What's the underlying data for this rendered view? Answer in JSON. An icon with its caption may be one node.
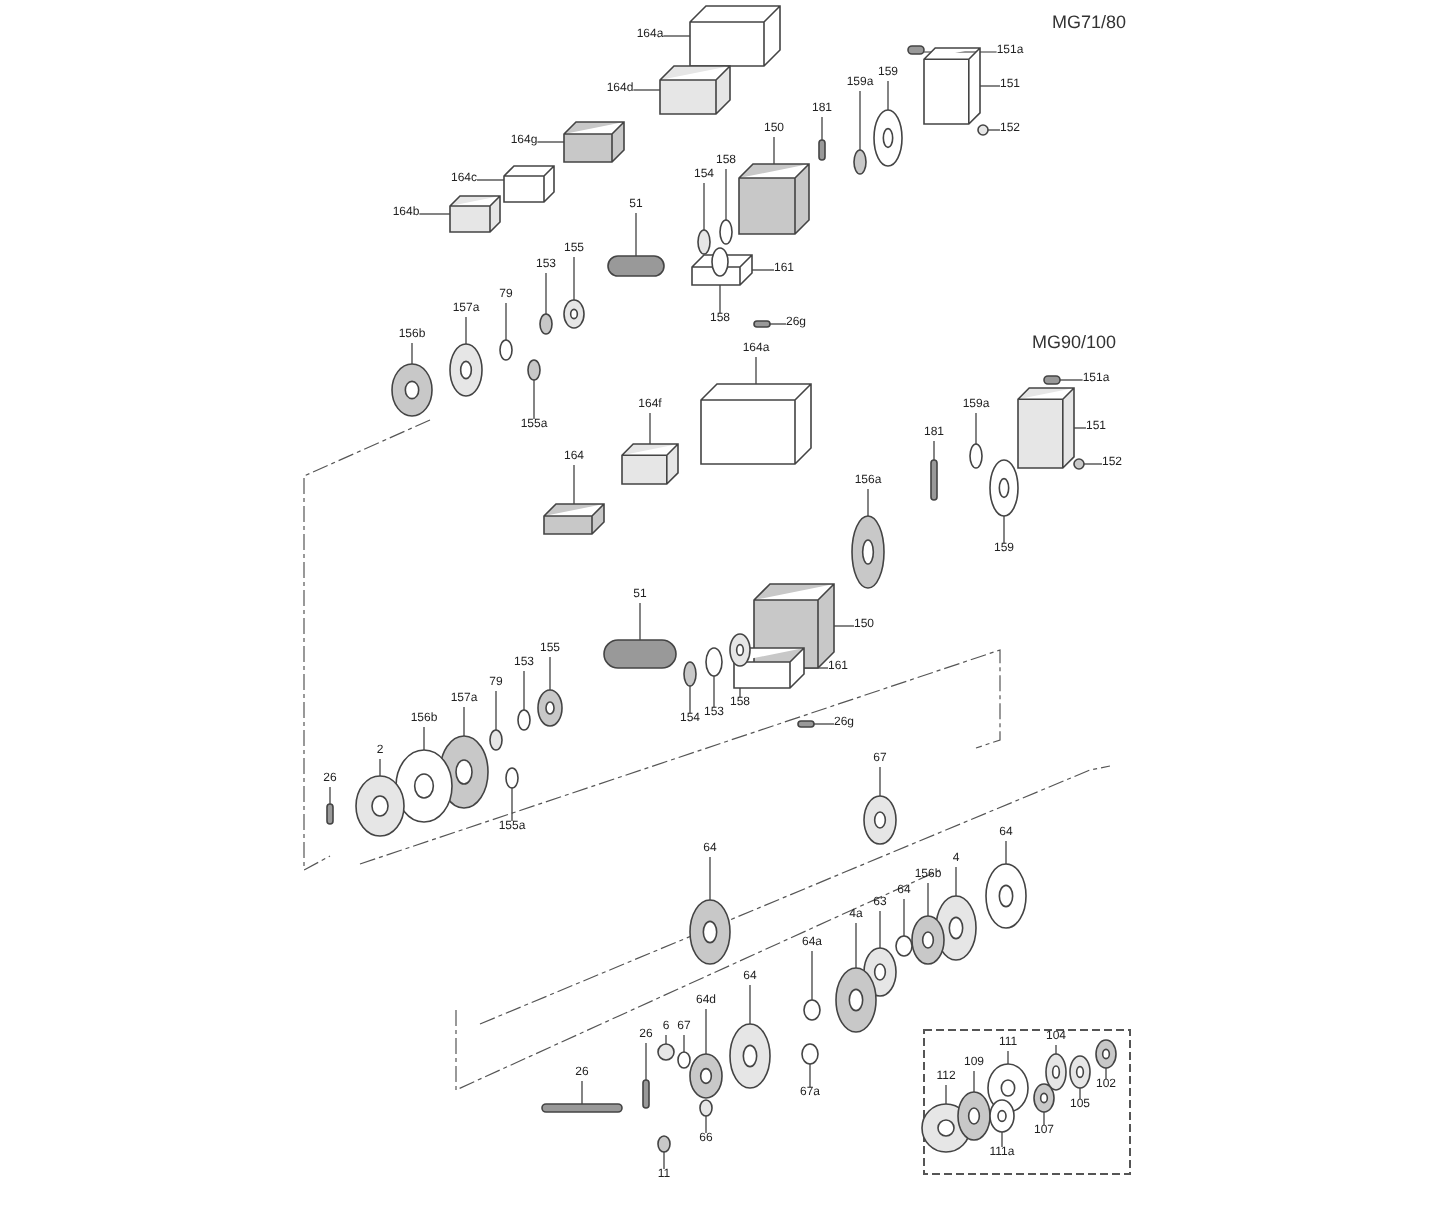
{
  "diagram": {
    "nodes": [
      {
        "text": [
          "164a"
        ]
      },
      {
        "text": [
          "164d"
        ]
      },
      {
        "text": [
          "164g"
        ]
      },
      {
        "text": [
          "164c"
        ]
      },
      {
        "text": [
          "164b"
        ]
      },
      {
        "text": [
          "151a"
        ]
      },
      {
        "text": [
          "151"
        ]
      },
      {
        "text": [
          "152"
        ]
      },
      {
        "text": [
          "159a"
        ]
      },
      {
        "text": [
          "159"
        ]
      },
      {
        "text": [
          "181"
        ]
      },
      {
        "text": [
          "150"
        ]
      },
      {
        "text": [
          "158"
        ]
      },
      {
        "text": [
          "154"
        ]
      },
      {
        "text": [
          "51"
        ]
      },
      {
        "text": [
          "161"
        ]
      },
      {
        "text": [
          "155"
        ]
      },
      {
        "text": [
          "153"
        ]
      },
      {
        "text": [
          "79"
        ]
      },
      {
        "text": [
          "157a"
        ]
      },
      {
        "text": [
          "156b"
        ]
      },
      {
        "text": [
          "158"
        ]
      },
      {
        "text": [
          "26g"
        ]
      },
      {
        "text": [
          "155a"
        ]
      },
      {
        "text": [
          "164a"
        ]
      },
      {
        "text": [
          "164f"
        ]
      },
      {
        "text": [
          "164"
        ]
      },
      {
        "text": [
          "151a"
        ]
      },
      {
        "text": [
          "151"
        ]
      },
      {
        "text": [
          "152"
        ]
      },
      {
        "text": [
          "159a"
        ]
      },
      {
        "text": [
          "181"
        ]
      },
      {
        "text": [
          "156a"
        ]
      },
      {
        "text": [
          "159"
        ]
      },
      {
        "text": [
          "51"
        ]
      },
      {
        "text": [
          "150"
        ]
      },
      {
        "text": [
          "161"
        ]
      },
      {
        "text": [
          "26g"
        ]
      },
      {
        "text": [
          "154"
        ]
      },
      {
        "text": [
          "153"
        ]
      },
      {
        "text": [
          "158"
        ]
      },
      {
        "text": [
          "155"
        ]
      },
      {
        "text": [
          "153"
        ]
      },
      {
        "text": [
          "79"
        ]
      },
      {
        "text": [
          "157a"
        ]
      },
      {
        "text": [
          "156b"
        ]
      },
      {
        "text": [
          "2"
        ]
      },
      {
        "text": [
          "26"
        ]
      },
      {
        "text": [
          "155a"
        ]
      },
      {
        "text": [
          "67"
        ]
      },
      {
        "text": [
          "64"
        ]
      },
      {
        "text": [
          "64"
        ]
      },
      {
        "text": [
          "4"
        ]
      },
      {
        "text": [
          "156b"
        ]
      },
      {
        "text": [
          "64"
        ]
      },
      {
        "text": [
          "63"
        ]
      },
      {
        "text": [
          "4a"
        ]
      },
      {
        "text": [
          "64a"
        ]
      },
      {
        "text": [
          "64"
        ]
      },
      {
        "text": [
          "64d"
        ]
      },
      {
        "text": [
          "67"
        ]
      },
      {
        "text": [
          "6"
        ]
      },
      {
        "text": [
          "26"
        ]
      },
      {
        "text": [
          "26"
        ]
      },
      {
        "text": [
          "66"
        ]
      },
      {
        "text": [
          "11"
        ]
      },
      {
        "text": [
          "67a"
        ]
      },
      {
        "text": [
          "112"
        ]
      },
      {
        "text": [
          "109"
        ]
      },
      {
        "text": [
          "111"
        ]
      },
      {
        "text": [
          "104"
        ]
      },
      {
        "text": [
          "107"
        ]
      },
      {
        "text": [
          "111a"
        ]
      },
      {
        "text": [
          "105"
        ]
      },
      {
        "text": [
          "102"
        ]
      },
      {
        "text": [],
        "shape": "box"
      },
      {
        "text": [],
        "shape": "box"
      },
      {
        "text": [],
        "shape": "box"
      },
      {
        "text": [],
        "shape": "box"
      },
      {
        "text": [],
        "shape": "box"
      },
      {
        "text": [],
        "shape": "bar"
      },
      {
        "text": [],
        "shape": "box"
      },
      {
        "text": [],
        "shape": "circle"
      },
      {
        "text": [],
        "shape": "circle"
      },
      {
        "text": [],
        "shape": "circle"
      },
      {
        "text": [],
        "shape": "bar"
      },
      {
        "text": [],
        "shape": "box"
      },
      {
        "text": [],
        "shape": "circle"
      },
      {
        "text": [],
        "shape": "circle"
      },
      {
        "text": [],
        "shape": "bar"
      },
      {
        "text": [],
        "shape": "box"
      },
      {
        "text": [],
        "shape": "circle"
      },
      {
        "text": [],
        "shape": "circle"
      },
      {
        "text": [],
        "shape": "circle"
      },
      {
        "text": [],
        "shape": "circle"
      },
      {
        "text": [],
        "shape": "circle"
      },
      {
        "text": [],
        "shape": "circle"
      },
      {
        "text": [],
        "shape": "bar"
      },
      {
        "text": [],
        "shape": "circle"
      },
      {
        "text": [],
        "shape": "box"
      },
      {
        "text": [],
        "shape": "box"
      },
      {
        "text": [],
        "shape": "box"
      },
      {
        "text": [],
        "shape": "bar"
      },
      {
        "text": [],
        "shape": "box"
      },
      {
        "text": [],
        "shape": "circle"
      },
      {
        "text": [],
        "shape": "circle"
      },
      {
        "text": [],
        "shape": "bar"
      },
      {
        "text": [],
        "shape": "circle"
      },
      {
        "text": [],
        "shape": "circle"
      },
      {
        "text": [],
        "shape": "bar"
      },
      {
        "text": [],
        "shape": "box"
      },
      {
        "text": [],
        "shape": "box"
      },
      {
        "text": [],
        "shape": "bar"
      },
      {
        "text": [],
        "shape": "circle"
      },
      {
        "text": [],
        "shape": "circle"
      },
      {
        "text": [],
        "shape": "circle"
      },
      {
        "text": [],
        "shape": "circle"
      },
      {
        "text": [],
        "shape": "circle"
      },
      {
        "text": [],
        "shape": "circle"
      },
      {
        "text": [],
        "shape": "circle"
      },
      {
        "text": [],
        "shape": "circle"
      },
      {
        "text": [],
        "shape": "circle"
      },
      {
        "text": [],
        "shape": "bar"
      },
      {
        "text": [],
        "shape": "circle"
      },
      {
        "text": [],
        "shape": "circle"
      },
      {
        "text": [],
        "shape": "circle"
      },
      {
        "text": [],
        "shape": "circle"
      },
      {
        "text": [],
        "shape": "circle"
      },
      {
        "text": [],
        "shape": "circle"
      },
      {
        "text": [],
        "shape": "circle"
      },
      {
        "text": [],
        "shape": "circle"
      },
      {
        "text": [],
        "shape": "circle"
      },
      {
        "text": [],
        "shape": "circle"
      },
      {
        "text": [],
        "shape": "circle"
      },
      {
        "text": [],
        "shape": "circle"
      },
      {
        "text": [],
        "shape": "circle"
      },
      {
        "text": [],
        "shape": "circle"
      },
      {
        "text": [],
        "shape": "bar"
      },
      {
        "text": [],
        "shape": "bar"
      },
      {
        "text": [],
        "shape": "circle"
      },
      {
        "text": [],
        "shape": "circle"
      },
      {
        "text": [],
        "shape": "circle"
      },
      {
        "text": [],
        "shape": "circle"
      },
      {
        "text": [],
        "shape": "circle"
      },
      {
        "text": [],
        "shape": "circle"
      },
      {
        "text": [],
        "shape": "circle"
      },
      {
        "text": [],
        "shape": "circle"
      },
      {
        "text": [],
        "shape": "circle"
      },
      {
        "text": [],
        "shape": "circle"
      },
      {
        "text": [],
        "shape": "circle"
      }
    ],
    "edges": [
      {
        "from": 0,
        "to": 75,
        "arrow": "none"
      },
      {
        "from": 1,
        "to": 76,
        "arrow": "none"
      },
      {
        "from": 2,
        "to": 77,
        "arrow": "none"
      },
      {
        "from": 3,
        "to": 78,
        "arrow": "none"
      },
      {
        "from": 4,
        "to": 79,
        "arrow": "none"
      },
      {
        "from": 5,
        "to": 80,
        "arrow": "none"
      },
      {
        "from": 6,
        "to": 81,
        "arrow": "none"
      },
      {
        "from": 7,
        "to": 82,
        "arrow": "none"
      },
      {
        "from": 8,
        "to": 83,
        "arrow": "none"
      },
      {
        "from": 9,
        "to": 84,
        "arrow": "none"
      },
      {
        "from": 10,
        "to": 85,
        "arrow": "none"
      },
      {
        "from": 11,
        "to": 86,
        "arrow": "none"
      },
      {
        "from": 12,
        "to": 87,
        "arrow": "none"
      },
      {
        "from": 13,
        "to": 88,
        "arrow": "none"
      },
      {
        "from": 14,
        "to": 89,
        "arrow": "none"
      },
      {
        "from": 15,
        "to": 90,
        "arrow": "none"
      },
      {
        "from": 16,
        "to": 91,
        "arrow": "none"
      },
      {
        "from": 17,
        "to": 92,
        "arrow": "none"
      },
      {
        "from": 18,
        "to": 93,
        "arrow": "none"
      },
      {
        "from": 19,
        "to": 94,
        "arrow": "none"
      },
      {
        "from": 20,
        "to": 95,
        "arrow": "none"
      },
      {
        "from": 21,
        "to": 96,
        "arrow": "none"
      },
      {
        "from": 22,
        "to": 97,
        "arrow": "none"
      },
      {
        "from": 23,
        "to": 98,
        "arrow": "none"
      },
      {
        "from": 24,
        "to": 99,
        "arrow": "none"
      },
      {
        "from": 25,
        "to": 100,
        "arrow": "none"
      },
      {
        "from": 26,
        "to": 101,
        "arrow": "none"
      },
      {
        "from": 27,
        "to": 102,
        "arrow": "none"
      },
      {
        "from": 28,
        "to": 103,
        "arrow": "none"
      },
      {
        "from": 29,
        "to": 104,
        "arrow": "none"
      },
      {
        "from": 30,
        "to": 105,
        "arrow": "none"
      },
      {
        "from": 31,
        "to": 106,
        "arrow": "none"
      },
      {
        "from": 32,
        "to": 107,
        "arrow": "none"
      },
      {
        "from": 33,
        "to": 108,
        "arrow": "none"
      },
      {
        "from": 34,
        "to": 109,
        "arrow": "none"
      },
      {
        "from": 35,
        "to": 110,
        "arrow": "none"
      },
      {
        "from": 36,
        "to": 111,
        "arrow": "none"
      },
      {
        "from": 37,
        "to": 112,
        "arrow": "none"
      },
      {
        "from": 38,
        "to": 113,
        "arrow": "none"
      },
      {
        "from": 39,
        "to": 114,
        "arrow": "none"
      },
      {
        "from": 40,
        "to": 115,
        "arrow": "none"
      },
      {
        "from": 41,
        "to": 116,
        "arrow": "none"
      },
      {
        "from": 42,
        "to": 117,
        "arrow": "none"
      },
      {
        "from": 43,
        "to": 118,
        "arrow": "none"
      },
      {
        "from": 44,
        "to": 119,
        "arrow": "none"
      },
      {
        "from": 45,
        "to": 120,
        "arrow": "none"
      },
      {
        "from": 46,
        "to": 121,
        "arrow": "none"
      },
      {
        "from": 47,
        "to": 122,
        "arrow": "none"
      },
      {
        "from": 48,
        "to": 123,
        "arrow": "none"
      },
      {
        "from": 49,
        "to": 124,
        "arrow": "none"
      },
      {
        "from": 50,
        "to": 125,
        "arrow": "none"
      },
      {
        "from": 51,
        "to": 126,
        "arrow": "none"
      },
      {
        "from": 52,
        "to": 127,
        "arrow": "none"
      },
      {
        "from": 53,
        "to": 128,
        "arrow": "none"
      },
      {
        "from": 54,
        "to": 129,
        "arrow": "none"
      },
      {
        "from": 55,
        "to": 130,
        "arrow": "none"
      },
      {
        "from": 56,
        "to": 131,
        "arrow": "none"
      },
      {
        "from": 57,
        "to": 132,
        "arrow": "none"
      },
      {
        "from": 58,
        "to": 133,
        "arrow": "none"
      },
      {
        "from": 59,
        "to": 134,
        "arrow": "none"
      },
      {
        "from": 60,
        "to": 135,
        "arrow": "none"
      },
      {
        "from": 61,
        "to": 136,
        "arrow": "none"
      },
      {
        "from": 62,
        "to": 137,
        "arrow": "none"
      },
      {
        "from": 63,
        "to": 138,
        "arrow": "none"
      },
      {
        "from": 64,
        "to": 139,
        "arrow": "none"
      },
      {
        "from": 65,
        "to": 140,
        "arrow": "none"
      },
      {
        "from": 66,
        "to": 141,
        "arrow": "none"
      },
      {
        "from": 67,
        "to": 142,
        "arrow": "none"
      },
      {
        "from": 68,
        "to": 143,
        "arrow": "none"
      },
      {
        "from": 69,
        "to": 144,
        "arrow": "none"
      },
      {
        "from": 70,
        "to": 145,
        "arrow": "none"
      },
      {
        "from": 71,
        "to": 146,
        "arrow": "none"
      },
      {
        "from": 72,
        "to": 147,
        "arrow": "none"
      },
      {
        "from": 73,
        "to": 148,
        "arrow": "none"
      },
      {
        "from": 74,
        "to": 149,
        "arrow": "none"
      }
    ],
    "labels": [
      "MG71/80",
      "MG90/100"
    ]
  }
}
